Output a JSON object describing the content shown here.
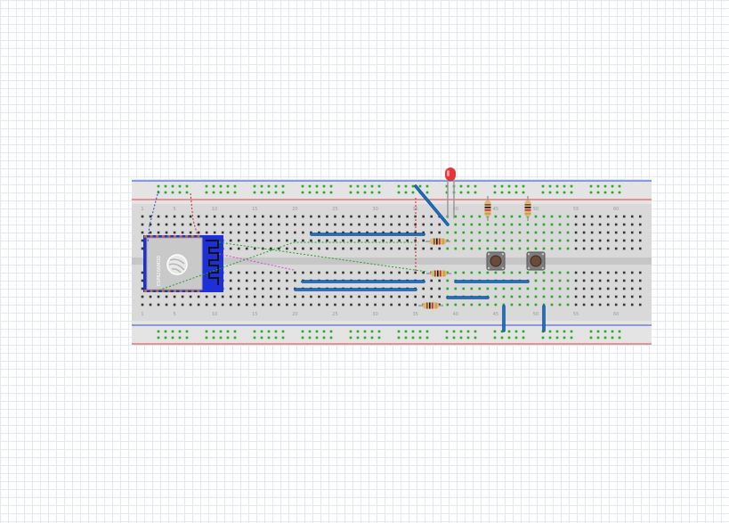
{
  "chip": {
    "label": "ESP8266MOD"
  },
  "colors": {
    "grid": "#e3e9f1",
    "board": "#d9d9d9",
    "rail_red": "#e04040",
    "rail_blue": "#3050d0",
    "hole": "#333333",
    "active_hole": "#22aa22",
    "wire_blue": "#1f6fc4",
    "chip_blue": "#1d2fd6",
    "led_red": "#e53535",
    "button_body": "#8a8a8a"
  },
  "column_numbers": [
    "1",
    "5",
    "10",
    "15",
    "20",
    "25",
    "30",
    "35",
    "40",
    "45",
    "50",
    "55",
    "60"
  ]
}
